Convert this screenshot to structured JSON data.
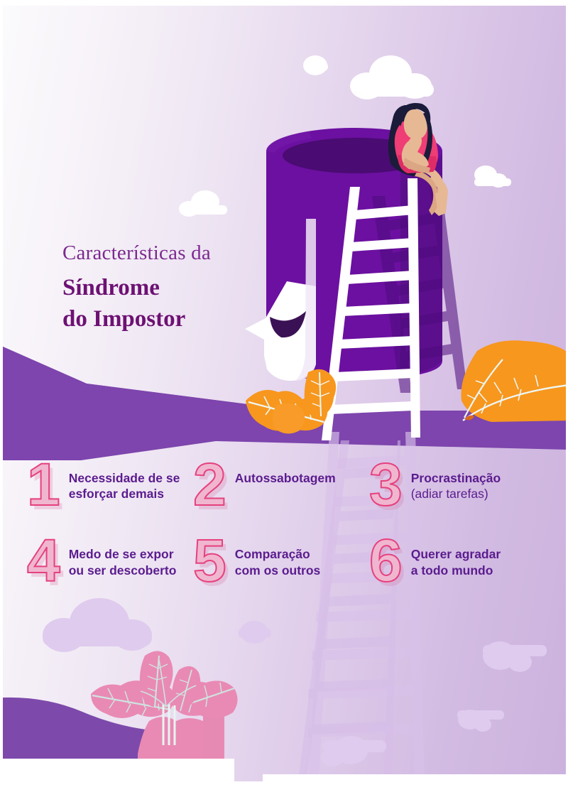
{
  "poster": {
    "title": {
      "line1": "Características da",
      "line2": "Síndrome",
      "line3": "do Impostor"
    },
    "items": [
      {
        "number": "1",
        "line1": "Necessidade de se",
        "line2": "esforçar demais",
        "line2_regular": false
      },
      {
        "number": "2",
        "line1": "Autossabotagem",
        "line2": "",
        "line2_regular": false
      },
      {
        "number": "3",
        "line1": "Procrastinação",
        "line2": "(adiar tarefas)",
        "line2_regular": true
      },
      {
        "number": "4",
        "line1": "Medo de se expor",
        "line2": "ou ser descoberto",
        "line2_regular": false
      },
      {
        "number": "5",
        "line1": "Comparação",
        "line2": "com os outros",
        "line2_regular": false
      },
      {
        "number": "6",
        "line1": "Querer agradar",
        "line2": "a todo mundo",
        "line2_regular": false
      }
    ],
    "illustration": {
      "head_label": "head-cylinder",
      "face_label": "face-profile",
      "ladder_label": "ladder",
      "woman_label": "seated-woman",
      "cloud_label": "cloud",
      "leaf_orange_label": "orange-leaf",
      "plant_pink_label": "pink-plant"
    },
    "colors": {
      "purple_dark": "#5b0f8c",
      "purple_deep": "#6b10a0",
      "purple_band": "#7d45ad",
      "purple_text": "#5b1c8e",
      "title_purple": "#7b2a8f",
      "title_purple_bold": "#6d1173",
      "pink_number_fill": "#f0b6cf",
      "pink_number_stroke": "#e6417e",
      "pink_plant": "#e98ab4",
      "orange_leaf": "#f7971e",
      "woman_top": "#ef3d76",
      "woman_hair": "#1b1b3a",
      "woman_skin": "#e6b894",
      "bg_light": "#fbfafc",
      "bg_purple": "#cbb2de",
      "white": "#ffffff"
    }
  }
}
